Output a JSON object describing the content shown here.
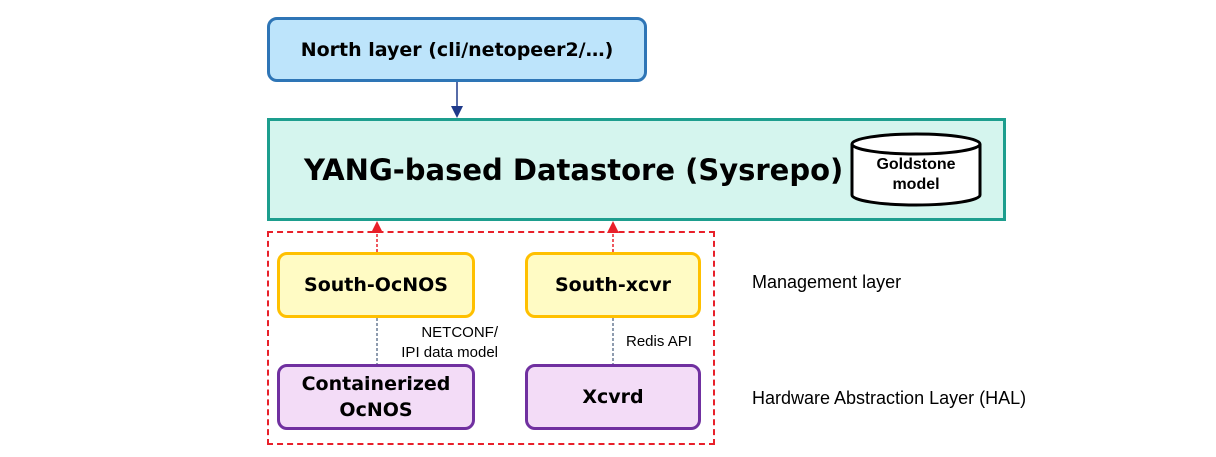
{
  "north": {
    "label": "North layer (cli/netopeer2/…)"
  },
  "datastore": {
    "label": "YANG-based Datastore (Sysrepo)",
    "db_label_line1": "Goldstone",
    "db_label_line2": "model"
  },
  "management": {
    "south_ocnos": "South-OcNOS",
    "south_xcvr": "South-xcvr",
    "layer_label": "Management layer"
  },
  "hal": {
    "containerized_line1": "Containerized",
    "containerized_line2": "OcNOS",
    "xcvrd": "Xcvrd",
    "layer_label": "Hardware Abstraction Layer (HAL)"
  },
  "links": {
    "netconf_line1": "NETCONF/",
    "netconf_line2": "IPI data model",
    "redis": "Redis API"
  },
  "colors": {
    "north_fill": "#bde4fb",
    "north_border": "#2e75b6",
    "datastore_fill": "#d5f5ee",
    "datastore_border": "#1d9e8e",
    "mgmt_fill": "#fffbc4",
    "mgmt_border": "#ffc000",
    "hal_fill": "#f3dcf7",
    "hal_border": "#7030a0",
    "dashed_red": "#e8202a",
    "arrow_navy": "#1f3a8a"
  }
}
